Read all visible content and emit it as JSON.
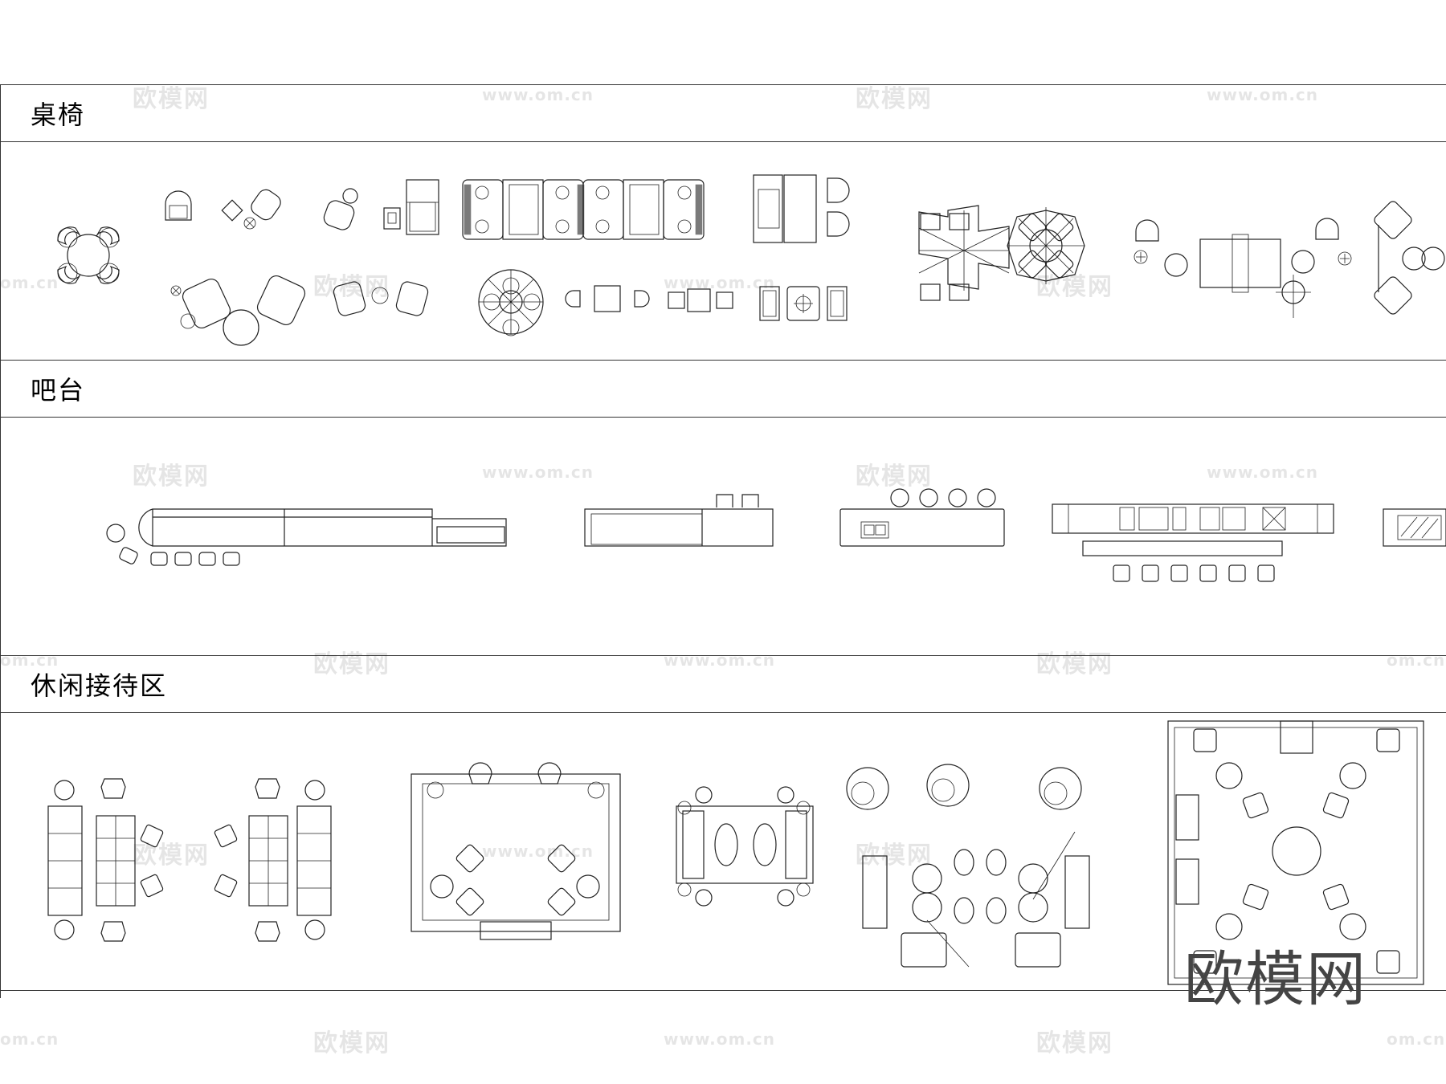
{
  "sections": [
    {
      "title": "桌椅"
    },
    {
      "title": "吧台"
    },
    {
      "title": "休闲接待区"
    }
  ],
  "watermark": {
    "brand": "欧模网",
    "url": "www.om.cn",
    "url_fragment": "om.cn"
  },
  "logo": {
    "text": "欧模网"
  }
}
